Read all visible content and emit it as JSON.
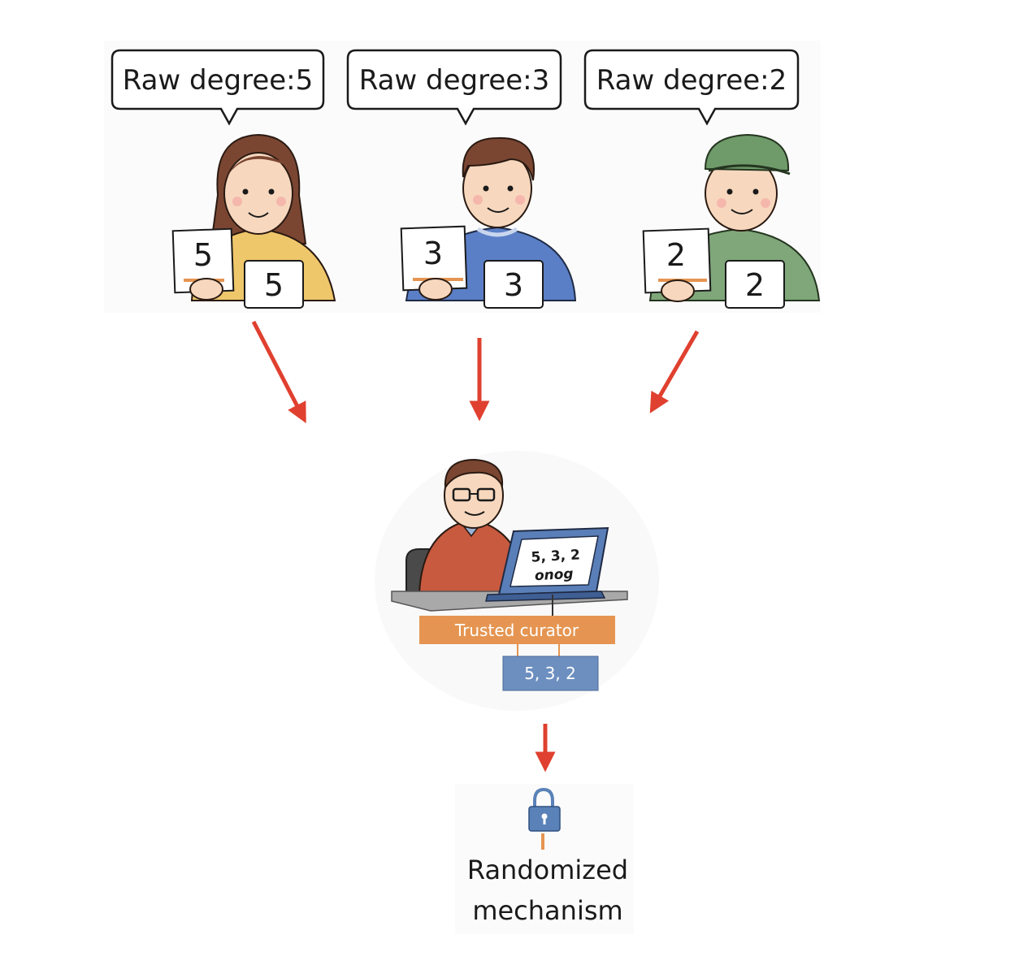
{
  "participants": [
    {
      "bubble": "Raw degree:5",
      "card_front": "5",
      "card_back": "5",
      "shirt_color": "#efc76b",
      "hair": "long",
      "hair_color": "#7a4632"
    },
    {
      "bubble": "Raw degree:3",
      "card_front": "3",
      "card_back": "3",
      "shirt_color": "#5b7fc7",
      "hair": "short",
      "hair_color": "#7a4632"
    },
    {
      "bubble": "Raw degree:2",
      "card_front": "2",
      "card_back": "2",
      "shirt_color": "#7fa77a",
      "hair": "cap",
      "hair_color": "#6f9a6a"
    }
  ],
  "curator": {
    "screen_line1": "5, 3, 2",
    "screen_line2": "onog",
    "label": "Trusted curator",
    "output": "5, 3, 2"
  },
  "mechanism": {
    "line1": "Randomized",
    "line2": "mechanism",
    "icon": "lock-icon"
  },
  "colors": {
    "arrow": "#e0402f",
    "curator_bar": "#e59551",
    "output_box": "#6d8fc0",
    "lock": "#5a82b8"
  }
}
